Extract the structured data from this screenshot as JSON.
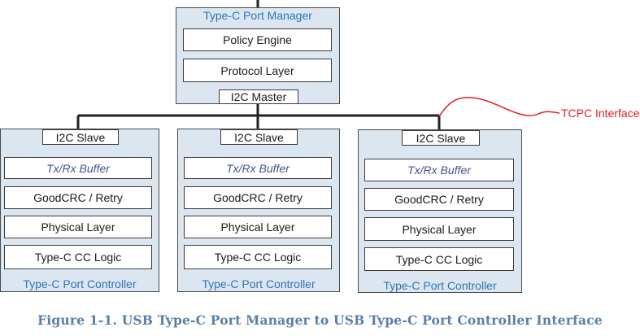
{
  "manager": {
    "title": "Type-C Port Manager",
    "blocks": [
      "Policy Engine",
      "Protocol Layer"
    ],
    "bus_label": "I2C Master"
  },
  "controllers": [
    {
      "slave_label": "I2C Slave",
      "blocks": [
        "Tx/Rx Buffer",
        "GoodCRC / Retry",
        "Physical Layer",
        "Type-C CC Logic"
      ],
      "title": "Type-C Port Controller"
    },
    {
      "slave_label": "I2C Slave",
      "blocks": [
        "Tx/Rx Buffer",
        "GoodCRC / Retry",
        "Physical Layer",
        "Type-C CC Logic"
      ],
      "title": "Type-C Port Controller"
    },
    {
      "slave_label": "I2C Slave",
      "blocks": [
        "Tx/Rx Buffer",
        "GoodCRC / Retry",
        "Physical Layer",
        "Type-C CC Logic"
      ],
      "title": "Type-C Port Controller"
    }
  ],
  "annotation": "TCPC Interface",
  "caption": "Figure 1-1. USB Type-C Port Manager to USB Type-C Port Controller Interface",
  "colors": {
    "panel_fill": "#dce6f1",
    "title_text": "#2e74b5",
    "italic_text": "#44548f",
    "annotation": "#e02020",
    "caption": "#5b7fa6"
  }
}
